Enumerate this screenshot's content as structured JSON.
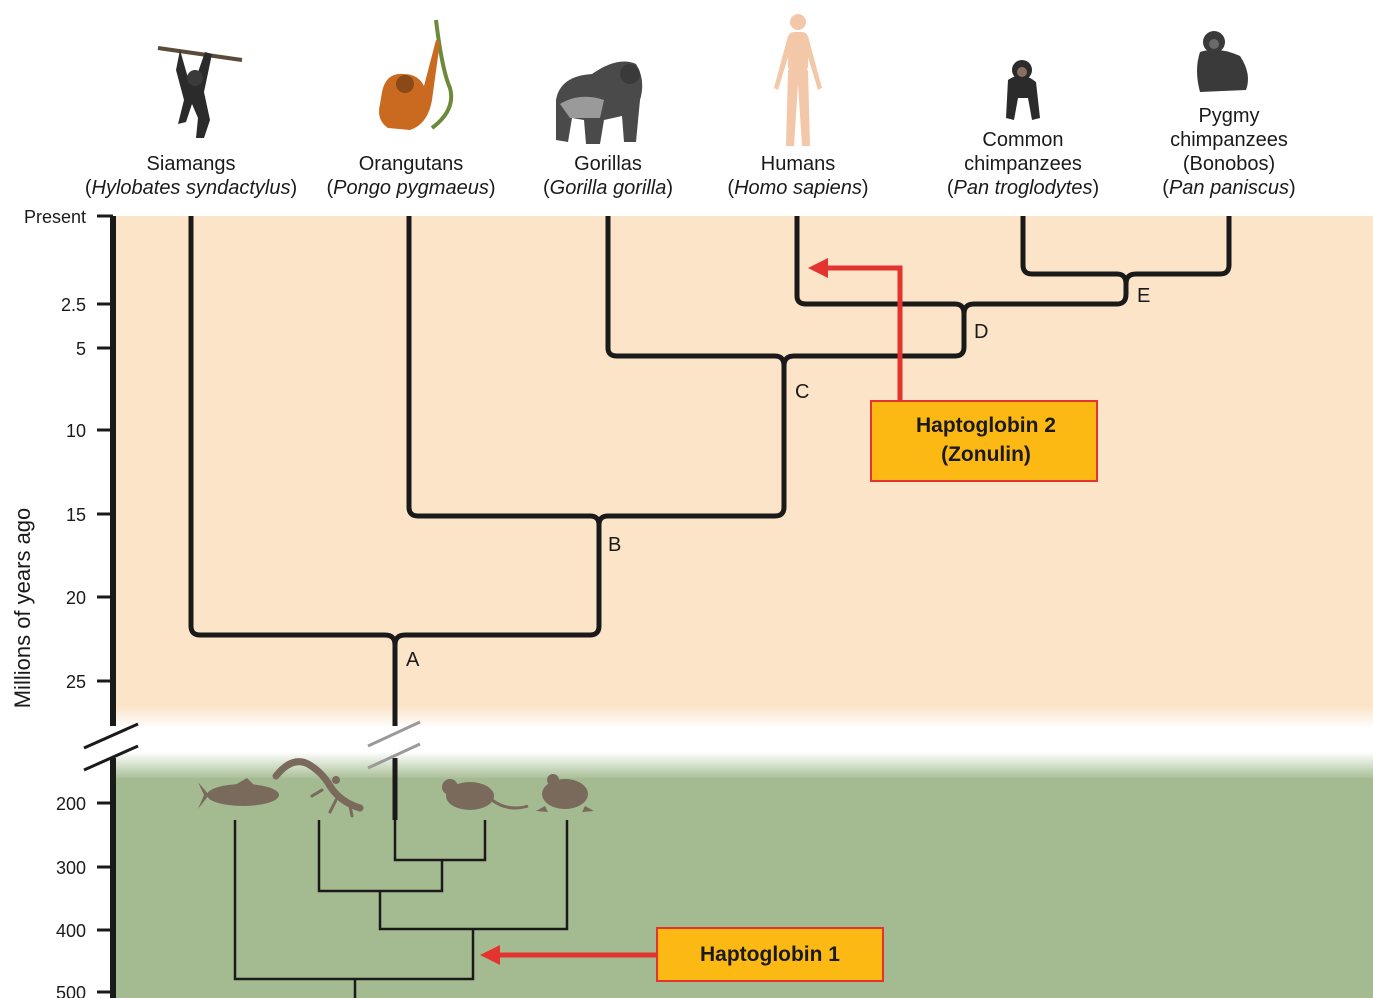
{
  "axis": {
    "title": "Millions of years ago",
    "upper_ticks": [
      "Present",
      "2.5",
      "5",
      "10",
      "15",
      "20",
      "25"
    ],
    "lower_ticks": [
      "200",
      "300",
      "400",
      "500"
    ]
  },
  "species": [
    {
      "common": [
        "Siamangs"
      ],
      "scientific": "Hylobates syndactylus",
      "icon": "siamang-icon"
    },
    {
      "common": [
        "Orangutans"
      ],
      "scientific": "Pongo pygmaeus",
      "icon": "orangutan-icon"
    },
    {
      "common": [
        "Gorillas"
      ],
      "scientific": "Gorilla gorilla",
      "icon": "gorilla-icon"
    },
    {
      "common": [
        "Humans"
      ],
      "scientific": "Homo sapiens",
      "icon": "human-icon"
    },
    {
      "common": [
        "Common",
        "chimpanzees"
      ],
      "scientific": "Pan troglodytes",
      "icon": "chimpanzee-icon"
    },
    {
      "common": [
        "Pygmy",
        "chimpanzees",
        "(Bonobos)"
      ],
      "scientific": "Pan paniscus",
      "icon": "bonobo-icon"
    }
  ],
  "nodes": [
    "A",
    "B",
    "C",
    "D",
    "E"
  ],
  "callouts": {
    "haptoglobin2": [
      "Haptoglobin 2",
      "(Zonulin)"
    ],
    "haptoglobin1": "Haptoglobin 1"
  },
  "ancestors": [
    "fish-icon",
    "lizard-icon",
    "rat-icon",
    "frog-icon"
  ],
  "colors": {
    "primate_band": "#fce4c9",
    "ancient_band": "#a4bb91",
    "callout_fill": "#fdb913",
    "callout_border": "#e3342f",
    "arrow": "#e3342f",
    "tree": "#1a1a1a",
    "silhouette": "#7a6a5c"
  }
}
